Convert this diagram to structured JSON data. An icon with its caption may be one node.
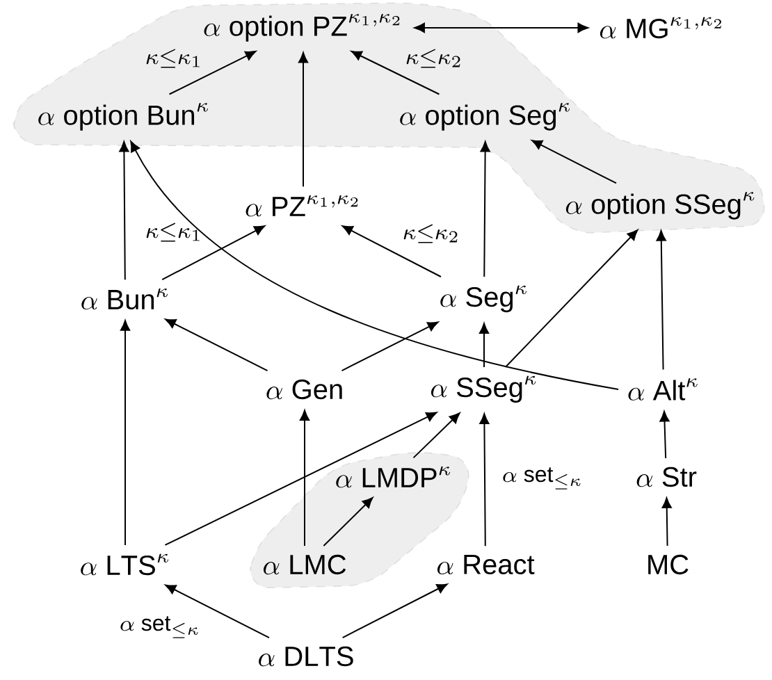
{
  "diagram": {
    "nodes": [
      {
        "text": [],
        "shape": "cloud"
      },
      {
        "text": [
          "\\alpha\\ \\mathsf{option\\ PZ}^{\\kappa_1,\\kappa_2}"
        ],
        "in": 0
      },
      {
        "text": [
          "\\alpha\\ \\mathsf{MG}^{\\kappa_1,\\kappa_2}"
        ]
      },
      {
        "text": [
          "\\alpha\\ \\mathsf{option\\ Bun}^{\\kappa}"
        ],
        "in": 0
      },
      {
        "text": [
          "\\alpha\\ \\mathsf{option\\ Seg}^{\\kappa}"
        ],
        "in": 0
      },
      {
        "text": [
          "\\alpha\\ \\mathsf{PZ}^{\\kappa_1,\\kappa_2}"
        ]
      },
      {
        "text": [
          "\\alpha\\ \\mathsf{option\\ SSeg}^{\\kappa}"
        ],
        "in": 0
      },
      {
        "text": [
          "\\alpha\\ \\mathsf{Bun}^{\\kappa}"
        ]
      },
      {
        "text": [
          "\\alpha\\ \\mathsf{Seg}^{\\kappa}"
        ]
      },
      {
        "text": [
          "\\alpha\\ \\mathsf{Gen}"
        ]
      },
      {
        "text": [
          "\\alpha\\ \\mathsf{SSeg}^{\\kappa}"
        ]
      },
      {
        "text": [
          "\\alpha\\ \\mathsf{Alt}^{\\kappa}"
        ]
      },
      {
        "text": [],
        "shape": "cloud"
      },
      {
        "text": [
          "\\alpha\\ \\mathsf{LMDP}^{\\kappa}"
        ],
        "in": 12
      },
      {
        "text": [
          "\\alpha\\ \\mathsf{Str}"
        ]
      },
      {
        "text": [
          "\\alpha\\ \\mathsf{LTS}^{\\kappa}"
        ]
      },
      {
        "text": [
          "\\alpha\\ \\mathsf{LMC}"
        ],
        "in": 12
      },
      {
        "text": [
          "\\alpha\\ \\mathsf{React}"
        ]
      },
      {
        "text": [
          "\\mathsf{MC}"
        ]
      },
      {
        "text": [
          "\\alpha\\ \\mathsf{DLTS}"
        ]
      }
    ],
    "edges": [
      {
        "from": 1,
        "to": 2,
        "arrow": "both"
      },
      {
        "from": 3,
        "to": 1,
        "arrow": "to",
        "label": "\\kappa{\\le}\\kappa_1"
      },
      {
        "from": 5,
        "to": 1,
        "arrow": "to"
      },
      {
        "from": 4,
        "to": 1,
        "arrow": "to",
        "label": "\\kappa{\\le}\\kappa_2"
      },
      {
        "from": 6,
        "to": 4,
        "arrow": "to"
      },
      {
        "from": 7,
        "to": 3,
        "arrow": "to"
      },
      {
        "from": 11,
        "to": 3,
        "arrow": "to"
      },
      {
        "from": 7,
        "to": 5,
        "arrow": "to",
        "label": "\\kappa{\\le}\\kappa_1"
      },
      {
        "from": 8,
        "to": 5,
        "arrow": "to",
        "label": "\\kappa{\\le}\\kappa_2"
      },
      {
        "from": 8,
        "to": 4,
        "arrow": "to"
      },
      {
        "from": 9,
        "to": 7,
        "arrow": "to"
      },
      {
        "from": 9,
        "to": 8,
        "arrow": "to"
      },
      {
        "from": 10,
        "to": 8,
        "arrow": "to"
      },
      {
        "from": 10,
        "to": 6,
        "arrow": "to"
      },
      {
        "from": 11,
        "to": 6,
        "arrow": "to"
      },
      {
        "from": 15,
        "to": 7,
        "arrow": "to"
      },
      {
        "from": 15,
        "to": 10,
        "arrow": "to"
      },
      {
        "from": 16,
        "to": 9,
        "arrow": "to"
      },
      {
        "from": 13,
        "to": 10,
        "arrow": "to"
      },
      {
        "from": 16,
        "to": 13,
        "arrow": "to"
      },
      {
        "from": 17,
        "to": 10,
        "arrow": "to",
        "label": "\\alpha\\ \\mathsf{set}_{\\le\\kappa}"
      },
      {
        "from": 14,
        "to": 11,
        "arrow": "to"
      },
      {
        "from": 18,
        "to": 14,
        "arrow": "to"
      },
      {
        "from": 19,
        "to": 15,
        "arrow": "to",
        "label": "\\alpha\\ \\mathsf{set}_{\\le\\kappa}"
      },
      {
        "from": 19,
        "to": 17,
        "arrow": "to"
      }
    ]
  }
}
